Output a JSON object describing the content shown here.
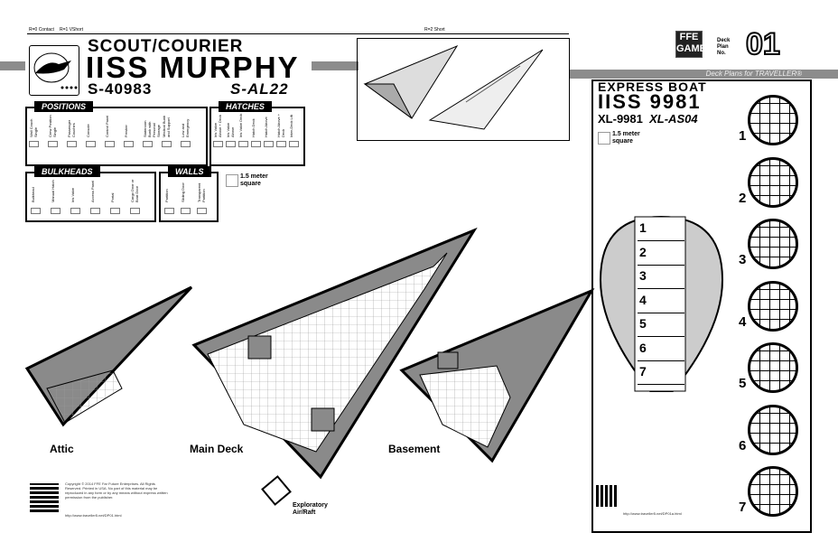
{
  "range_scale": {
    "r0": "R=0 Contact",
    "r1": "R=1 VShort",
    "r2": "R=2 Short"
  },
  "scout": {
    "class": "SCOUT/COURIER",
    "name": "IISS MURPHY",
    "id1": "S-40983",
    "id2": "S-AL22"
  },
  "legend": {
    "positions": {
      "title": "POSITIONS",
      "items": [
        "Wall Couch Single",
        "Crew Position Single",
        "Passenger Couches",
        "Console",
        "Control Panel",
        "Fresher",
        "Stateroom Bunk with Personal Storage",
        "Medical Bunk and Support",
        "Low and Emergency"
      ]
    },
    "hatches": {
      "title": "HATCHES",
      "items": [
        "Iris Valve Above + Deck",
        "Iris Valve Above",
        "Iris Valve Deck",
        "Hatch Deck",
        "Hatch Above",
        "Hatch Above + Deck",
        "Inter-Deck Lift"
      ]
    },
    "bulkheads": {
      "title": "BULKHEADS",
      "items": [
        "Bulkhead",
        "Manual Hatch",
        "Iris Valve",
        "Access Panel",
        "Portal",
        "Cargo Door or Boat Door"
      ]
    },
    "walls": {
      "title": "WALLS",
      "items": [
        "Partition",
        "Sliding Door",
        "Transparent Partition"
      ]
    },
    "square": "1.5 meter square"
  },
  "publisher": {
    "logo": "FFE GAMES",
    "deck_plan_label": "Deck Plan No.",
    "deck_plan_no": "01",
    "series": "Deck Plans for TRAVELLER®"
  },
  "express": {
    "class": "EXPRESS BOAT",
    "name": "IISS 9981",
    "id1": "XL-9981",
    "id2": "XL-AS04",
    "square": "1.5 meter square",
    "capsule_rows": [
      "1",
      "2",
      "3",
      "4",
      "5",
      "6",
      "7"
    ],
    "circle_labels": [
      "1",
      "2",
      "3",
      "4",
      "5",
      "6",
      "7"
    ],
    "url": "http://www.traveller5.net/DP01a.html"
  },
  "decks": {
    "attic": "Attic",
    "main": "Main Deck",
    "basement": "Basement"
  },
  "airraft": "Exploratory Air/Raft",
  "footer": {
    "copyright": "Copyright © 2014 FFE Far Future Enterprises. All Rights Reserved. Printed in USA. No part of this material may be reproduced in any form or by any means without express written permission from the publisher.",
    "url": "http://www.traveller5.net/DP01.html"
  }
}
